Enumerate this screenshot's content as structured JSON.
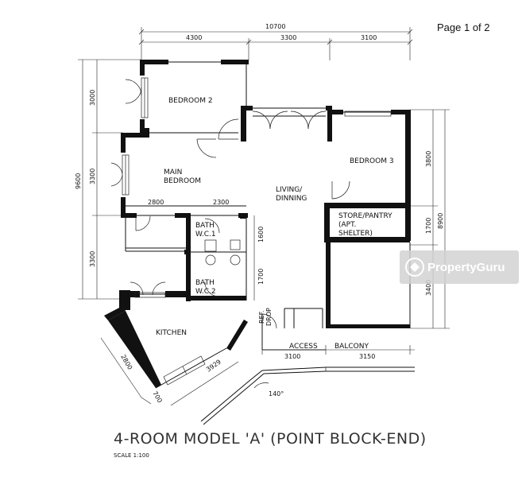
{
  "page_indicator": "Page 1 of 2",
  "watermark": {
    "text": "PropertyGuru",
    "icon": "propertyguru-logo-icon"
  },
  "title": "4-ROOM MODEL 'A' (POINT BLOCK-END)",
  "scale": "SCALE 1:100",
  "rooms": {
    "bedroom2": "BEDROOM 2",
    "main_bedroom_1": "MAIN",
    "main_bedroom_2": "BEDROOM",
    "living_1": "LIVING/",
    "living_2": "DINNING",
    "bedroom3": "BEDROOM 3",
    "store_1": "STORE/PANTRY",
    "store_2": "(APT.",
    "store_3": "SHELTER)",
    "bath1_1": "BATH",
    "bath1_2": "W.C.1",
    "bath2_1": "BATH",
    "bath2_2": "W.C.2",
    "kitchen": "KITCHEN",
    "access": "ACCESS",
    "balcony": "BALCONY",
    "refuse_1": "REF.",
    "refuse_2": "DROP"
  },
  "dimensions": {
    "total_width": "10700",
    "top_1": "4300",
    "top_2": "3300",
    "top_3": "3100",
    "left_total": "9600",
    "left_1": "3000",
    "left_2": "3300",
    "left_3": "3300",
    "right_total": "8900",
    "right_1": "3800",
    "right_2": "1700",
    "right_3": "3400",
    "mb_1": "2800",
    "mb_2": "2300",
    "bath_1": "1600",
    "bath_2": "1700",
    "bottom_1": "3100",
    "bottom_2": "3150",
    "kitchen_1": "2800",
    "kitchen_2": "3929",
    "kitchen_3": "700",
    "angle": "140°"
  }
}
